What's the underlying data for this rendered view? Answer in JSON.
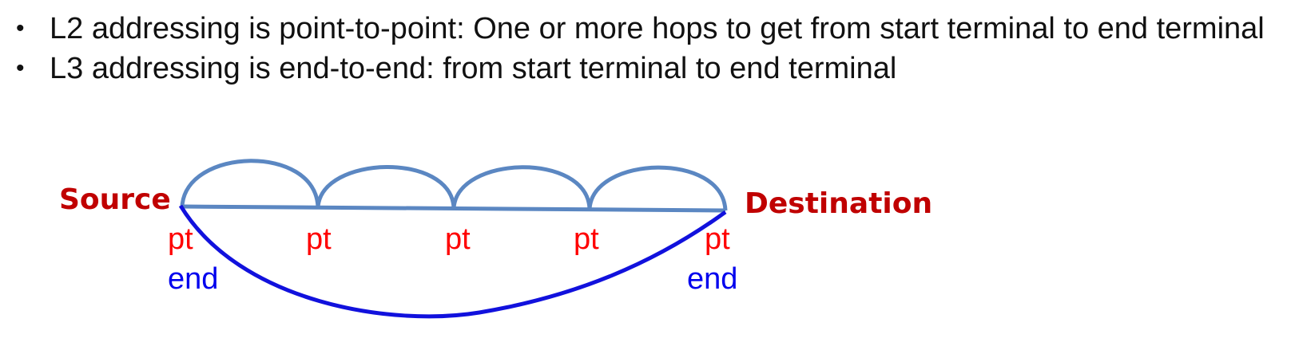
{
  "bullets": [
    {
      "text": "L2 addressing is point-to-point: One or more hops to get from start terminal to end terminal"
    },
    {
      "text": "L3 addressing is end-to-end: from start terminal to end terminal"
    }
  ],
  "bullet_glyph": "•",
  "diagram": {
    "source_label": "Source",
    "destination_label": "Destination",
    "pt_labels": [
      "pt",
      "pt",
      "pt",
      "pt",
      "pt"
    ],
    "end_labels": [
      "end",
      "end"
    ]
  },
  "colors": {
    "endpoint_text": "#C00000",
    "pt_text": "#FF0000",
    "end_text": "#0000EE",
    "hop_line": "#5B87C2",
    "end_arc": "#1111DD"
  }
}
